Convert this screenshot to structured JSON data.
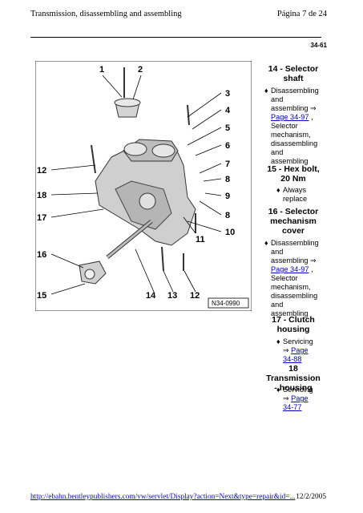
{
  "header": {
    "title": "Transmission, disassembling and assembling",
    "page": "Página 7 de 24"
  },
  "section_number": "34-61",
  "figure": {
    "callouts": [
      "1",
      "2",
      "3",
      "4",
      "5",
      "6",
      "7",
      "8",
      "9",
      "8",
      "10",
      "11",
      "12",
      "13",
      "14",
      "15",
      "16",
      "17",
      "18",
      "12"
    ],
    "ref": "N34-0990"
  },
  "items": [
    {
      "heading_a": "14 - Selector",
      "heading_b": "shaft",
      "bullets": [
        {
          "l1": "Disassembling",
          "l2": "and",
          "l3": "assembling",
          "arrow": "⇒",
          "link1": "Page 34-97",
          "l4": "Selector",
          "l5": "mechanism,",
          "l6": "disassembling",
          "l7": "and",
          "l8": "assembling"
        }
      ]
    },
    {
      "heading_a": "15 - Hex bolt,",
      "heading_b": "20 Nm",
      "bullets": [
        {
          "l1": "Always",
          "l2": "replace"
        }
      ]
    },
    {
      "heading_a": "16 - Selector",
      "heading_b": "mechanism",
      "heading_c": "cover",
      "bullets": [
        {
          "l1": "Disassembling",
          "l2": "and",
          "l3": "assembling",
          "arrow": "⇒",
          "link1": "Page 34-97",
          "l4": "Selector",
          "l5": "mechanism,",
          "l6": "disassembling",
          "l7": "and",
          "l8": "assembling"
        }
      ]
    },
    {
      "heading_a": "17 - Clutch",
      "heading_b": "housing",
      "bullets": [
        {
          "l1": "Servicing",
          "arrow": "⇒",
          "link1": "Page",
          "link2": "34-88"
        }
      ]
    },
    {
      "heading_a": "18 Transmission",
      "heading_b": "- housing",
      "bullets": [
        {
          "l1": "Servicing",
          "arrow": "⇒",
          "link1": "Page",
          "link2": "34-77"
        }
      ]
    }
  ],
  "footer": {
    "url": "http://ebahn.bentleypublishers.com/vw/servlet/Display?action=Next&type=repair&id=...",
    "date": "12/2/2005"
  }
}
